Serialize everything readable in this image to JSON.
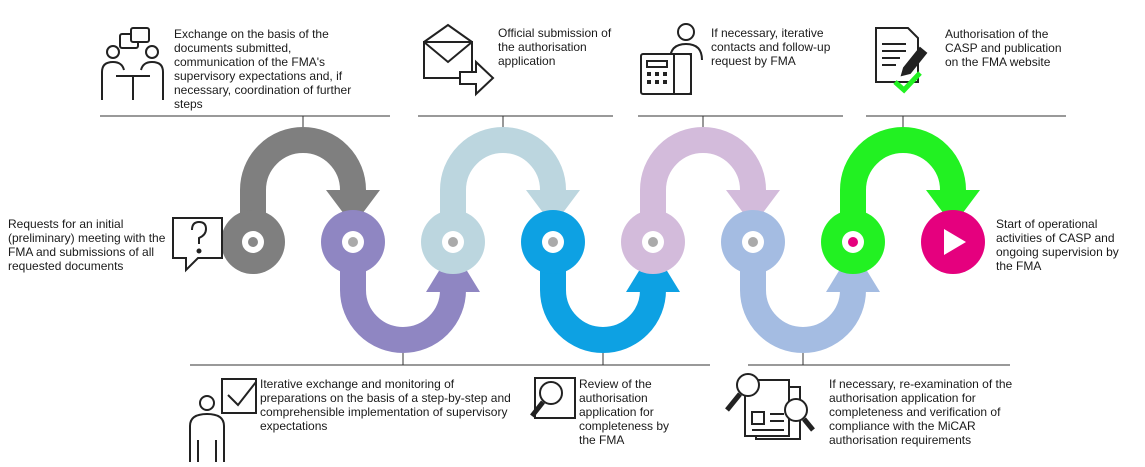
{
  "texts": {
    "start": "Requests for an initial (preliminary) meeting with the FMA and submissions of all requested documents",
    "step1": "Exchange on the basis of the documents submitted, communication of the FMA's supervisory expectations and, if necessary, coordination of further steps",
    "step2": "Iterative exchange and monitoring of preparations on the basis of a step-by-step and comprehensible implementation of supervisory expectations",
    "step3": "Official submission of the authorisation application",
    "step4": "Review of the authorisation application for completeness by the FMA",
    "step5": "If necessary, iterative contacts and follow-up request by FMA",
    "step6": "If necessary, re-examination of the authorisation application for completeness and verification of compliance with the MiCAR authorisation requirements",
    "step7": "Authorisation of the CASP and publication on the FMA website",
    "end": "Start of operational activities of CASP and ongoing supervision by the FMA"
  },
  "colors": {
    "gray": "#7f7f7f",
    "purple": "#8f86c2",
    "light_blue": "#bcd6df",
    "blue": "#0da1e3",
    "lavender": "#d3bbdb",
    "periwinkle": "#a4bce2",
    "green": "#22f122",
    "magenta": "#e5007e"
  },
  "icons": [
    "question-bubble-icon",
    "meeting-icon",
    "checklist-person-icon",
    "envelope-arrow-icon",
    "magnifier-document-icon",
    "phone-person-icon",
    "documents-magnifier-icon",
    "document-check-icon",
    "play-icon"
  ]
}
